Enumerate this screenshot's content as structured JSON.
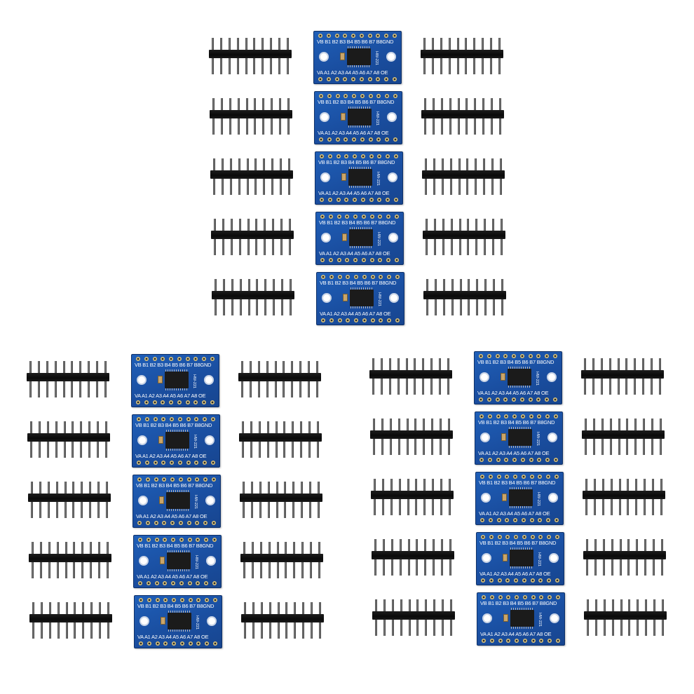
{
  "product": {
    "board_top_label": "VB B1 B2 B3 B4 B5 B6 B7 B8GND",
    "board_bottom_label": "VA A1 A2 A3 A4 A5 A6 A7 A8 OE",
    "board_model": "HW-221"
  },
  "groups": [
    {
      "id": "top-center",
      "boards": 5,
      "pin_strips": 10
    },
    {
      "id": "bottom-left",
      "boards": 5,
      "pin_strips": 10
    },
    {
      "id": "bottom-right",
      "boards": 5,
      "pin_strips": 10
    }
  ],
  "colors": {
    "background": "#ffffff",
    "board_blue": "#1a4ea0",
    "header_black": "#0a0a0a",
    "pin_metal": "#8a8a8a",
    "chip_black": "#1b1b1b",
    "pad_gold": "#d9c27a"
  }
}
